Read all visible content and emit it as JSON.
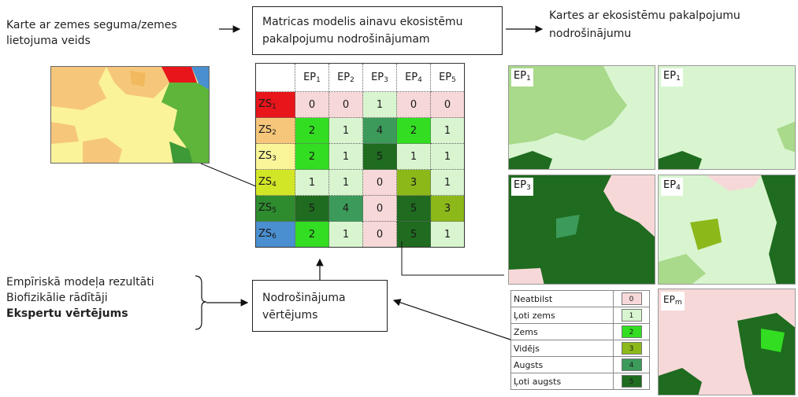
{
  "texts": {
    "landcover_map_label_1": "Karte ar zemes seguma/zemes",
    "landcover_map_label_2": "lietojuma veids",
    "matrix_model_label_1": "Matricas modelis ainavu ekosistēmu",
    "matrix_model_label_2": "pakalpojumu nodrošinājumam",
    "es_maps_label_1": "Kartes ar ekosistēmu pakalpojumu",
    "es_maps_label_2": "nodrošinājumu",
    "sources_1": "Empīriskā modeļa rezultāti",
    "sources_2": "Biofizikālie rādītāji",
    "sources_3": "Ekspertu vērtējums",
    "provision_eval_1": "Nodrošinājuma",
    "provision_eval_2": "vērtējums"
  },
  "matrix": {
    "columns": [
      {
        "base": "EP",
        "sub": "1"
      },
      {
        "base": "EP",
        "sub": "2"
      },
      {
        "base": "EP",
        "sub": "3"
      },
      {
        "base": "EP",
        "sub": "4"
      },
      {
        "base": "EP",
        "sub": "5"
      }
    ],
    "rows": [
      {
        "label": {
          "base": "ZS",
          "sub": "1"
        },
        "color": "#e8151b",
        "values": [
          "0",
          "0",
          "1",
          "0",
          "0"
        ]
      },
      {
        "label": {
          "base": "ZS",
          "sub": "2"
        },
        "color": "#f6c77b",
        "values": [
          "2",
          "1",
          "4",
          "2",
          "1"
        ]
      },
      {
        "label": {
          "base": "ZS",
          "sub": "3"
        },
        "color": "#fbf59a",
        "values": [
          "2",
          "1",
          "5",
          "1",
          "1"
        ]
      },
      {
        "label": {
          "base": "ZS",
          "sub": "4"
        },
        "color": "#d2e628",
        "values": [
          "1",
          "1",
          "0",
          "3",
          "1"
        ]
      },
      {
        "label": {
          "base": "ZS",
          "sub": "5"
        },
        "color": "#2e8b2e",
        "values": [
          "5",
          "4",
          "0",
          "5",
          "3"
        ]
      },
      {
        "label": {
          "base": "ZS",
          "sub": "6"
        },
        "color": "#4a8fd0",
        "values": [
          "2",
          "1",
          "0",
          "5",
          "1"
        ]
      }
    ]
  },
  "legend": {
    "items": [
      {
        "label": "Neatbilst",
        "value": "0"
      },
      {
        "label": "Ļoti zems",
        "value": "1"
      },
      {
        "label": "Zems",
        "value": "2"
      },
      {
        "label": "Vidējs",
        "value": "3"
      },
      {
        "label": "Augsts",
        "value": "4"
      },
      {
        "label": "Ļoti augsts",
        "value": "5"
      }
    ]
  },
  "score_colors": {
    "0": "#f7d8d8",
    "1": "#d8f5d0",
    "2": "#33dd22",
    "3": "#8cb81a",
    "4": "#3c9a5a",
    "5": "#1f6b1f"
  },
  "maps": [
    {
      "base": "EP",
      "sub": "1"
    },
    {
      "base": "EP",
      "sub": "1"
    },
    {
      "base": "EP",
      "sub": "3"
    },
    {
      "base": "EP",
      "sub": "4"
    },
    {
      "base": "EP",
      "sub": "m"
    }
  ]
}
